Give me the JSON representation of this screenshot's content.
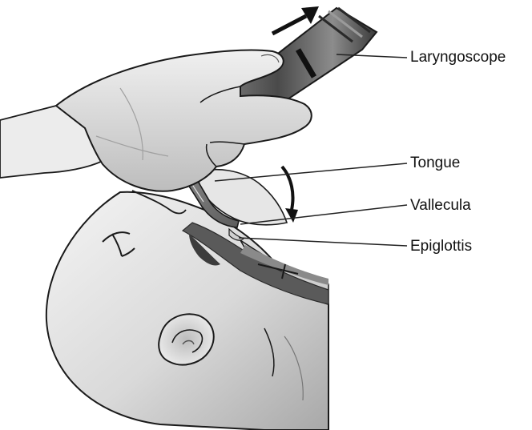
{
  "labels": {
    "laryngoscope": "Laryngoscope",
    "tongue": "Tongue",
    "vallecula": "Vallecula",
    "epiglottis": "Epiglottis"
  },
  "palette": {
    "ink": "#1a1a1a",
    "skin_light": "#f2f2f2",
    "skin_mid": "#cfcfcf",
    "skin_shadow": "#9a9a9a",
    "scope_dark": "#3c3c3c",
    "airway_dark": "#4d4d4d",
    "airway_mid": "#8a8a8a",
    "leader_line": "#222222"
  },
  "icons": {
    "lift_arrow": "straight-arrow-up-right-icon",
    "tilt_arrow": "curved-arrow-down-icon"
  }
}
